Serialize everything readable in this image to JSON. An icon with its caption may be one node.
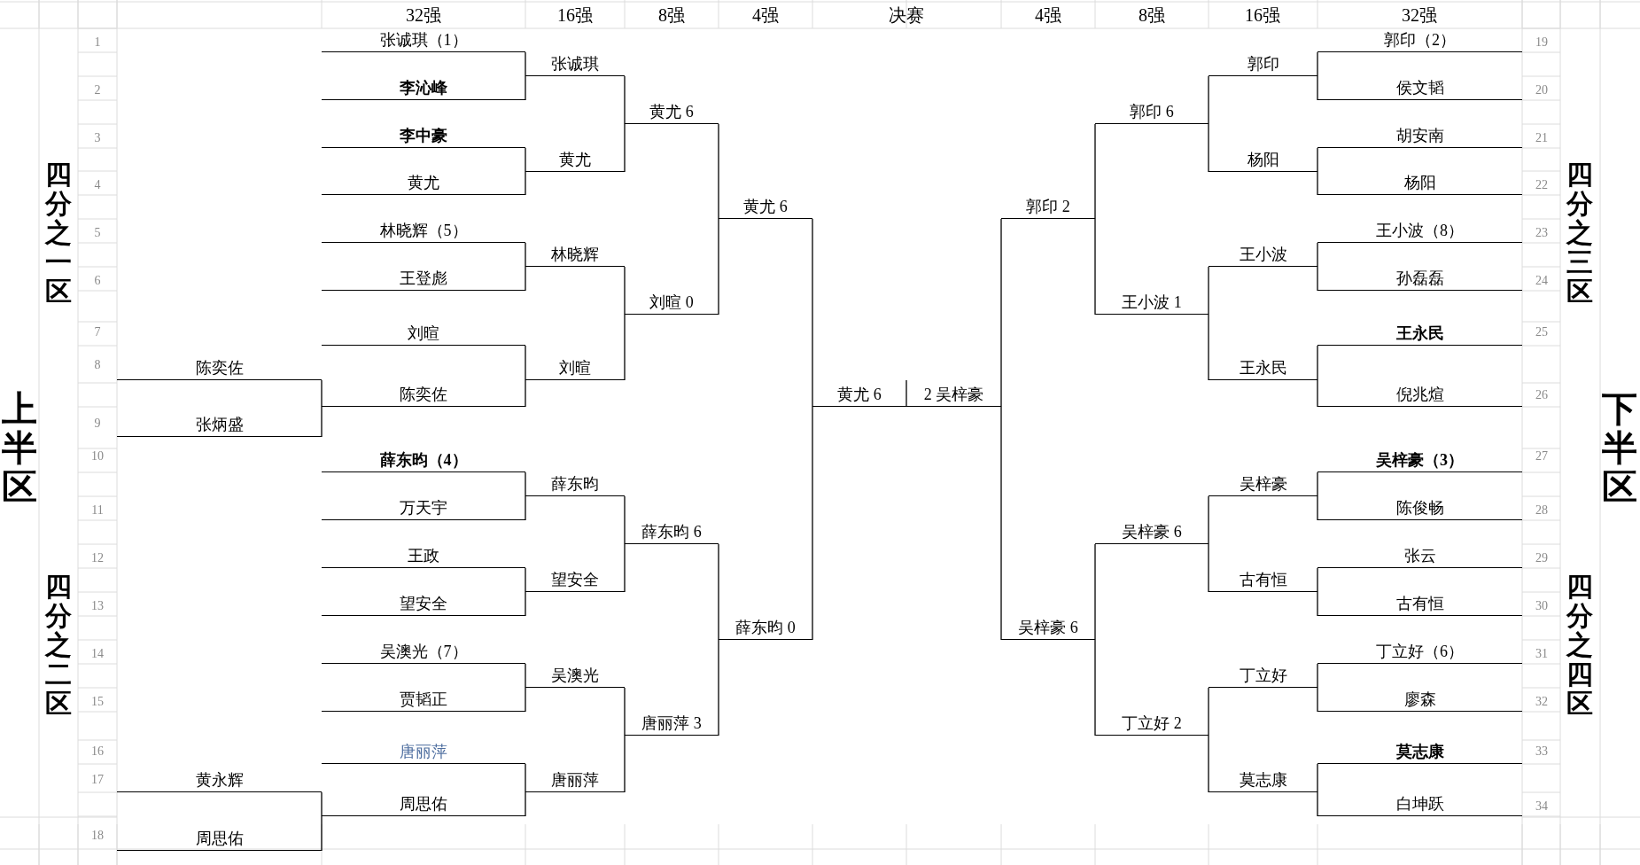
{
  "diagram": {
    "nodes": [
      {
        "text": [
          "陈奕佐"
        ]
      },
      {
        "text": [
          "张炳盛"
        ]
      },
      {
        "text": [
          "黄永辉"
        ]
      },
      {
        "text": [
          "周思佑"
        ]
      },
      {
        "text": [
          "张诚琪（1）"
        ]
      },
      {
        "text": [
          "李沁峰"
        ]
      },
      {
        "text": [
          "李中豪"
        ]
      },
      {
        "text": [
          "黄尤"
        ]
      },
      {
        "text": [
          "林晓辉（5）"
        ]
      },
      {
        "text": [
          "王登彪"
        ]
      },
      {
        "text": [
          "刘暄"
        ]
      },
      {
        "text": [
          "陈奕佐"
        ]
      },
      {
        "text": [
          "薛东昀（4）"
        ]
      },
      {
        "text": [
          "万天宇"
        ]
      },
      {
        "text": [
          "王政"
        ]
      },
      {
        "text": [
          "望安全"
        ]
      },
      {
        "text": [
          "吴澳光（7）"
        ]
      },
      {
        "text": [
          "贾韬正"
        ]
      },
      {
        "text": [
          "唐丽萍"
        ]
      },
      {
        "text": [
          "周思佑"
        ]
      },
      {
        "text": [
          "张诚琪"
        ]
      },
      {
        "text": [
          "黄尤"
        ]
      },
      {
        "text": [
          "林晓辉"
        ]
      },
      {
        "text": [
          "刘暄"
        ]
      },
      {
        "text": [
          "薛东昀"
        ]
      },
      {
        "text": [
          "望安全"
        ]
      },
      {
        "text": [
          "吴澳光"
        ]
      },
      {
        "text": [
          "唐丽萍"
        ]
      },
      {
        "text": [
          "黄尤 6"
        ]
      },
      {
        "text": [
          "刘暄 0"
        ]
      },
      {
        "text": [
          "薛东昀 6"
        ]
      },
      {
        "text": [
          "唐丽萍 3"
        ]
      },
      {
        "text": [
          "黄尤 6"
        ]
      },
      {
        "text": [
          "薛东昀 0"
        ]
      },
      {
        "text": [
          "黄尤 6"
        ]
      },
      {
        "text": [
          "2 吴梓豪"
        ]
      },
      {
        "text": [
          "郭印 2"
        ]
      },
      {
        "text": [
          "吴梓豪 6"
        ]
      },
      {
        "text": [
          "郭印 6"
        ]
      },
      {
        "text": [
          "王小波 1"
        ]
      },
      {
        "text": [
          "吴梓豪 6"
        ]
      },
      {
        "text": [
          "丁立好 2"
        ]
      },
      {
        "text": [
          "郭印"
        ]
      },
      {
        "text": [
          "杨阳"
        ]
      },
      {
        "text": [
          "王小波"
        ]
      },
      {
        "text": [
          "王永民"
        ]
      },
      {
        "text": [
          "吴梓豪"
        ]
      },
      {
        "text": [
          "古有恒"
        ]
      },
      {
        "text": [
          "丁立好"
        ]
      },
      {
        "text": [
          "莫志康"
        ]
      },
      {
        "text": [
          "郭印（2）"
        ]
      },
      {
        "text": [
          "侯文韬"
        ]
      },
      {
        "text": [
          "胡安南"
        ]
      },
      {
        "text": [
          "杨阳"
        ]
      },
      {
        "text": [
          "王小波（8）"
        ]
      },
      {
        "text": [
          "孙磊磊"
        ]
      },
      {
        "text": [
          "王永民"
        ]
      },
      {
        "text": [
          "倪兆煊"
        ]
      },
      {
        "text": [
          "吴梓豪（3）"
        ]
      },
      {
        "text": [
          "陈俊畅"
        ]
      },
      {
        "text": [
          "张云"
        ]
      },
      {
        "text": [
          "古有恒"
        ]
      },
      {
        "text": [
          "丁立好（6）"
        ]
      },
      {
        "text": [
          "廖森"
        ]
      },
      {
        "text": [
          "莫志康"
        ]
      },
      {
        "text": [
          "白坤跃"
        ]
      }
    ],
    "edges": [
      {
        "from": 0,
        "to": 11,
        "arrow": "none"
      },
      {
        "from": 1,
        "to": 11,
        "arrow": "none"
      },
      {
        "from": 2,
        "to": 19,
        "arrow": "none"
      },
      {
        "from": 3,
        "to": 19,
        "arrow": "none"
      },
      {
        "from": 4,
        "to": 20,
        "arrow": "none"
      },
      {
        "from": 5,
        "to": 20,
        "arrow": "none"
      },
      {
        "from": 6,
        "to": 21,
        "arrow": "none"
      },
      {
        "from": 7,
        "to": 21,
        "arrow": "none"
      },
      {
        "from": 8,
        "to": 22,
        "arrow": "none"
      },
      {
        "from": 9,
        "to": 22,
        "arrow": "none"
      },
      {
        "from": 10,
        "to": 23,
        "arrow": "none"
      },
      {
        "from": 11,
        "to": 23,
        "arrow": "none"
      },
      {
        "from": 12,
        "to": 24,
        "arrow": "none"
      },
      {
        "from": 13,
        "to": 24,
        "arrow": "none"
      },
      {
        "from": 14,
        "to": 25,
        "arrow": "none"
      },
      {
        "from": 15,
        "to": 25,
        "arrow": "none"
      },
      {
        "from": 16,
        "to": 26,
        "arrow": "none"
      },
      {
        "from": 17,
        "to": 26,
        "arrow": "none"
      },
      {
        "from": 18,
        "to": 27,
        "arrow": "none"
      },
      {
        "from": 19,
        "to": 27,
        "arrow": "none"
      },
      {
        "from": 20,
        "to": 28,
        "arrow": "none"
      },
      {
        "from": 21,
        "to": 28,
        "arrow": "none"
      },
      {
        "from": 22,
        "to": 29,
        "arrow": "none"
      },
      {
        "from": 23,
        "to": 29,
        "arrow": "none"
      },
      {
        "from": 24,
        "to": 30,
        "arrow": "none"
      },
      {
        "from": 25,
        "to": 30,
        "arrow": "none"
      },
      {
        "from": 26,
        "to": 31,
        "arrow": "none"
      },
      {
        "from": 27,
        "to": 31,
        "arrow": "none"
      },
      {
        "from": 28,
        "to": 32,
        "arrow": "none"
      },
      {
        "from": 29,
        "to": 32,
        "arrow": "none"
      },
      {
        "from": 30,
        "to": 33,
        "arrow": "none"
      },
      {
        "from": 31,
        "to": 33,
        "arrow": "none"
      },
      {
        "from": 32,
        "to": 34,
        "arrow": "none"
      },
      {
        "from": 33,
        "to": 34,
        "arrow": "none"
      },
      {
        "from": 36,
        "to": 35,
        "arrow": "none"
      },
      {
        "from": 37,
        "to": 35,
        "arrow": "none"
      },
      {
        "from": 38,
        "to": 36,
        "arrow": "none"
      },
      {
        "from": 39,
        "to": 36,
        "arrow": "none"
      },
      {
        "from": 40,
        "to": 37,
        "arrow": "none"
      },
      {
        "from": 41,
        "to": 37,
        "arrow": "none"
      },
      {
        "from": 42,
        "to": 38,
        "arrow": "none"
      },
      {
        "from": 43,
        "to": 38,
        "arrow": "none"
      },
      {
        "from": 44,
        "to": 39,
        "arrow": "none"
      },
      {
        "from": 45,
        "to": 39,
        "arrow": "none"
      },
      {
        "from": 46,
        "to": 40,
        "arrow": "none"
      },
      {
        "from": 47,
        "to": 40,
        "arrow": "none"
      },
      {
        "from": 48,
        "to": 41,
        "arrow": "none"
      },
      {
        "from": 49,
        "to": 41,
        "arrow": "none"
      },
      {
        "from": 50,
        "to": 42,
        "arrow": "none"
      },
      {
        "from": 51,
        "to": 42,
        "arrow": "none"
      },
      {
        "from": 52,
        "to": 43,
        "arrow": "none"
      },
      {
        "from": 53,
        "to": 43,
        "arrow": "none"
      },
      {
        "from": 54,
        "to": 44,
        "arrow": "none"
      },
      {
        "from": 55,
        "to": 44,
        "arrow": "none"
      },
      {
        "from": 56,
        "to": 45,
        "arrow": "none"
      },
      {
        "from": 57,
        "to": 45,
        "arrow": "none"
      },
      {
        "from": 58,
        "to": 46,
        "arrow": "none"
      },
      {
        "from": 59,
        "to": 46,
        "arrow": "none"
      },
      {
        "from": 60,
        "to": 47,
        "arrow": "none"
      },
      {
        "from": 61,
        "to": 47,
        "arrow": "none"
      },
      {
        "from": 62,
        "to": 48,
        "arrow": "none"
      },
      {
        "from": 63,
        "to": 48,
        "arrow": "none"
      },
      {
        "from": 64,
        "to": 49,
        "arrow": "none"
      },
      {
        "from": 65,
        "to": 49,
        "arrow": "none"
      }
    ],
    "labels": [
      "32强",
      "16强",
      "8强",
      "4强",
      "决赛",
      "4强",
      "8强",
      "16强",
      "32强",
      "上半区",
      "四分之一区",
      "四分之二区",
      "1",
      "2",
      "3",
      "4",
      "5",
      "6",
      "7",
      "8",
      "9",
      "10",
      "11",
      "12",
      "13",
      "14",
      "15",
      "16",
      "17",
      "18",
      "19",
      "20",
      "21",
      "22",
      "23",
      "24",
      "25",
      "26",
      "27",
      "28",
      "29",
      "30",
      "31",
      "32",
      "33",
      "34",
      "四分之三区",
      "四分之四区",
      "下半区"
    ]
  }
}
